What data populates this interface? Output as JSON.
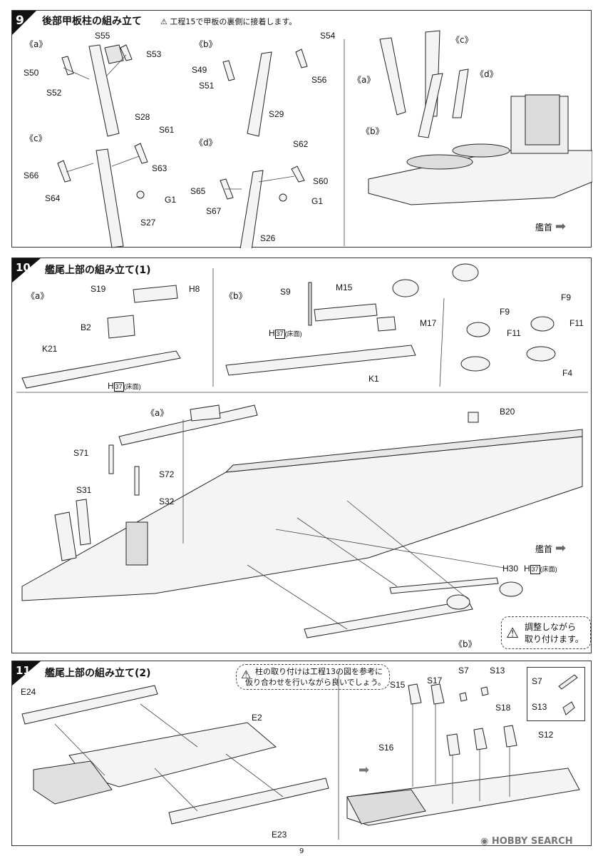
{
  "step9": {
    "number": "9",
    "title": "後部甲板柱の組み立て",
    "warning": "工程15で甲板の裏側に接着します。",
    "groups": {
      "a": "《a》",
      "b": "《b》",
      "c": "《c》",
      "d": "《d》"
    },
    "labels": {
      "S55": "S55",
      "S53": "S53",
      "S50": "S50",
      "S52": "S52",
      "S28": "S28",
      "S54": "S54",
      "S49": "S49",
      "S51": "S51",
      "S56": "S56",
      "S29": "S29",
      "S61": "S61",
      "S66": "S66",
      "S63": "S63",
      "S64": "S64",
      "G1a": "G1",
      "S27": "S27",
      "S62": "S62",
      "S60": "S60",
      "S65": "S65",
      "S67": "S67",
      "G1b": "G1",
      "S26": "S26"
    },
    "ship": {
      "a": "《a》",
      "b": "《b》",
      "c": "《c》",
      "d": "《d》",
      "bow": "艦首"
    }
  },
  "step10": {
    "number": "10",
    "title": "艦尾上部の組み立て(1)",
    "groups": {
      "a": "《a》",
      "b": "《b》"
    },
    "labels": {
      "S19": "S19",
      "H8": "H8",
      "B2": "B2",
      "K21": "K21",
      "H37a": "H",
      "floor": "(床面)",
      "S9": "S9",
      "M15": "M15",
      "H37b": "H",
      "M17": "M17",
      "K1": "K1",
      "F9a": "F9",
      "F9b": "F9",
      "F11a": "F11",
      "F11b": "F11",
      "F4": "F4",
      "num37": "37",
      "B20": "B20",
      "S71": "S71",
      "S72": "S72",
      "S31": "S31",
      "S32": "S32",
      "H30": "H30",
      "H37c": "H",
      "a2": "《a》",
      "b2": "《b》",
      "bow": "艦首"
    },
    "adjust_note": [
      "調整しながら",
      "取り付けます。"
    ]
  },
  "step11": {
    "number": "11",
    "title": "艦尾上部の組み立て(2)",
    "note": [
      "柱の取り付けは工程13の図を参考に",
      "仮り合わせを行いながら良いでしょう。"
    ],
    "labels": {
      "E24": "E24",
      "E2": "E2",
      "E23": "E23",
      "S15": "S15",
      "S17": "S17",
      "S7": "S7",
      "S13": "S13",
      "S18": "S18",
      "S16": "S16",
      "S12": "S12",
      "legS7": "S7",
      "legS13": "S13"
    }
  },
  "footer": {
    "watermark": "HOBBY SEARCH",
    "page": "9"
  }
}
